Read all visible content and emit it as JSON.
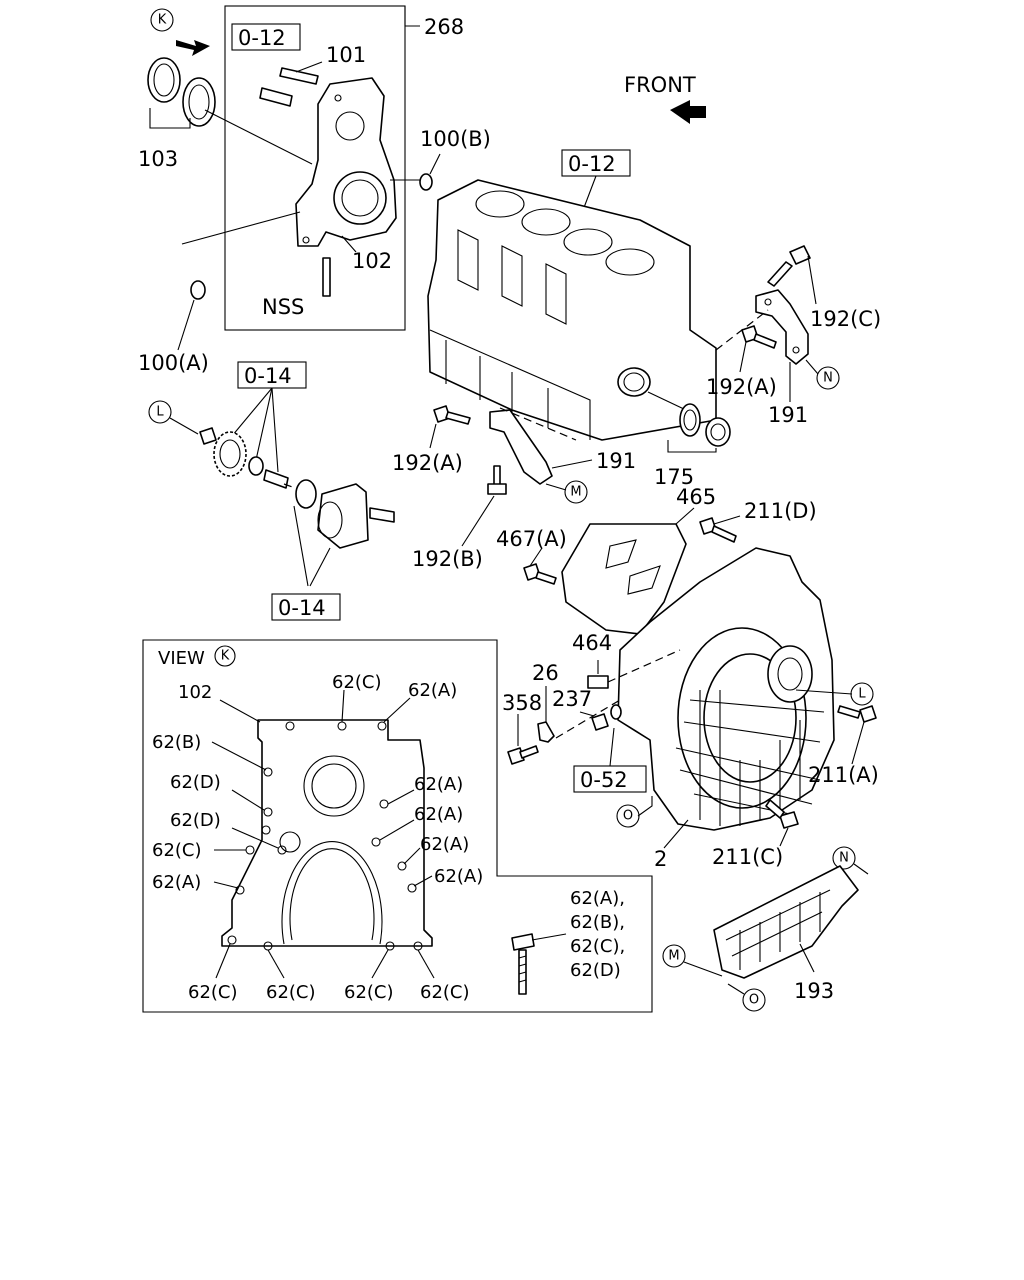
{
  "labels": {
    "front": "FRONT",
    "view_title": "VIEW",
    "l268": "268",
    "l101": "101",
    "l103": "103",
    "l102": "102",
    "nss": "NSS",
    "l100b": "100(B)",
    "l100a": "100(A)",
    "l175": "175",
    "l191a": "191",
    "l191b": "191",
    "l192a_1": "192(A)",
    "l192a_2": "192(A)",
    "l192b": "192(B)",
    "l192c": "192(C)",
    "l465": "465",
    "l467a": "467(A)",
    "l211d": "211(D)",
    "l211a": "211(A)",
    "l211c": "211(C)",
    "l464": "464",
    "l26": "26",
    "l358": "358",
    "l237": "237",
    "l2": "2",
    "l193": "193",
    "v102": "102",
    "v62c_top": "62(C)",
    "v62a_top": "62(A)",
    "v62b": "62(B)",
    "v62d_1": "62(D)",
    "v62a_r1": "62(A)",
    "v62d_2": "62(D)",
    "v62a_r2": "62(A)",
    "v62c_l": "62(C)",
    "v62a_r3": "62(A)",
    "v62a_l": "62(A)",
    "v62a_r4": "62(A)",
    "v62c_b1": "62(C)",
    "v62c_b2": "62(C)",
    "v62c_b3": "62(C)",
    "v62c_b4": "62(C)",
    "bolt_a": "62(A),",
    "bolt_b": "62(B),",
    "bolt_c": "62(C),",
    "bolt_d": "62(D)"
  },
  "ref_boxes": {
    "top_left": "0-12",
    "block": "0-12",
    "gear_top": "0-14",
    "gear_bottom": "0-14",
    "housing": "0-52"
  },
  "callouts": {
    "k_top": "K",
    "k_view": "K",
    "l_gear": "L",
    "l_housing": "L",
    "m_bracket": "M",
    "m_bottom": "M",
    "n_bracket": "N",
    "n_bottom": "N",
    "o_housing": "O",
    "o_bottom": "O"
  }
}
